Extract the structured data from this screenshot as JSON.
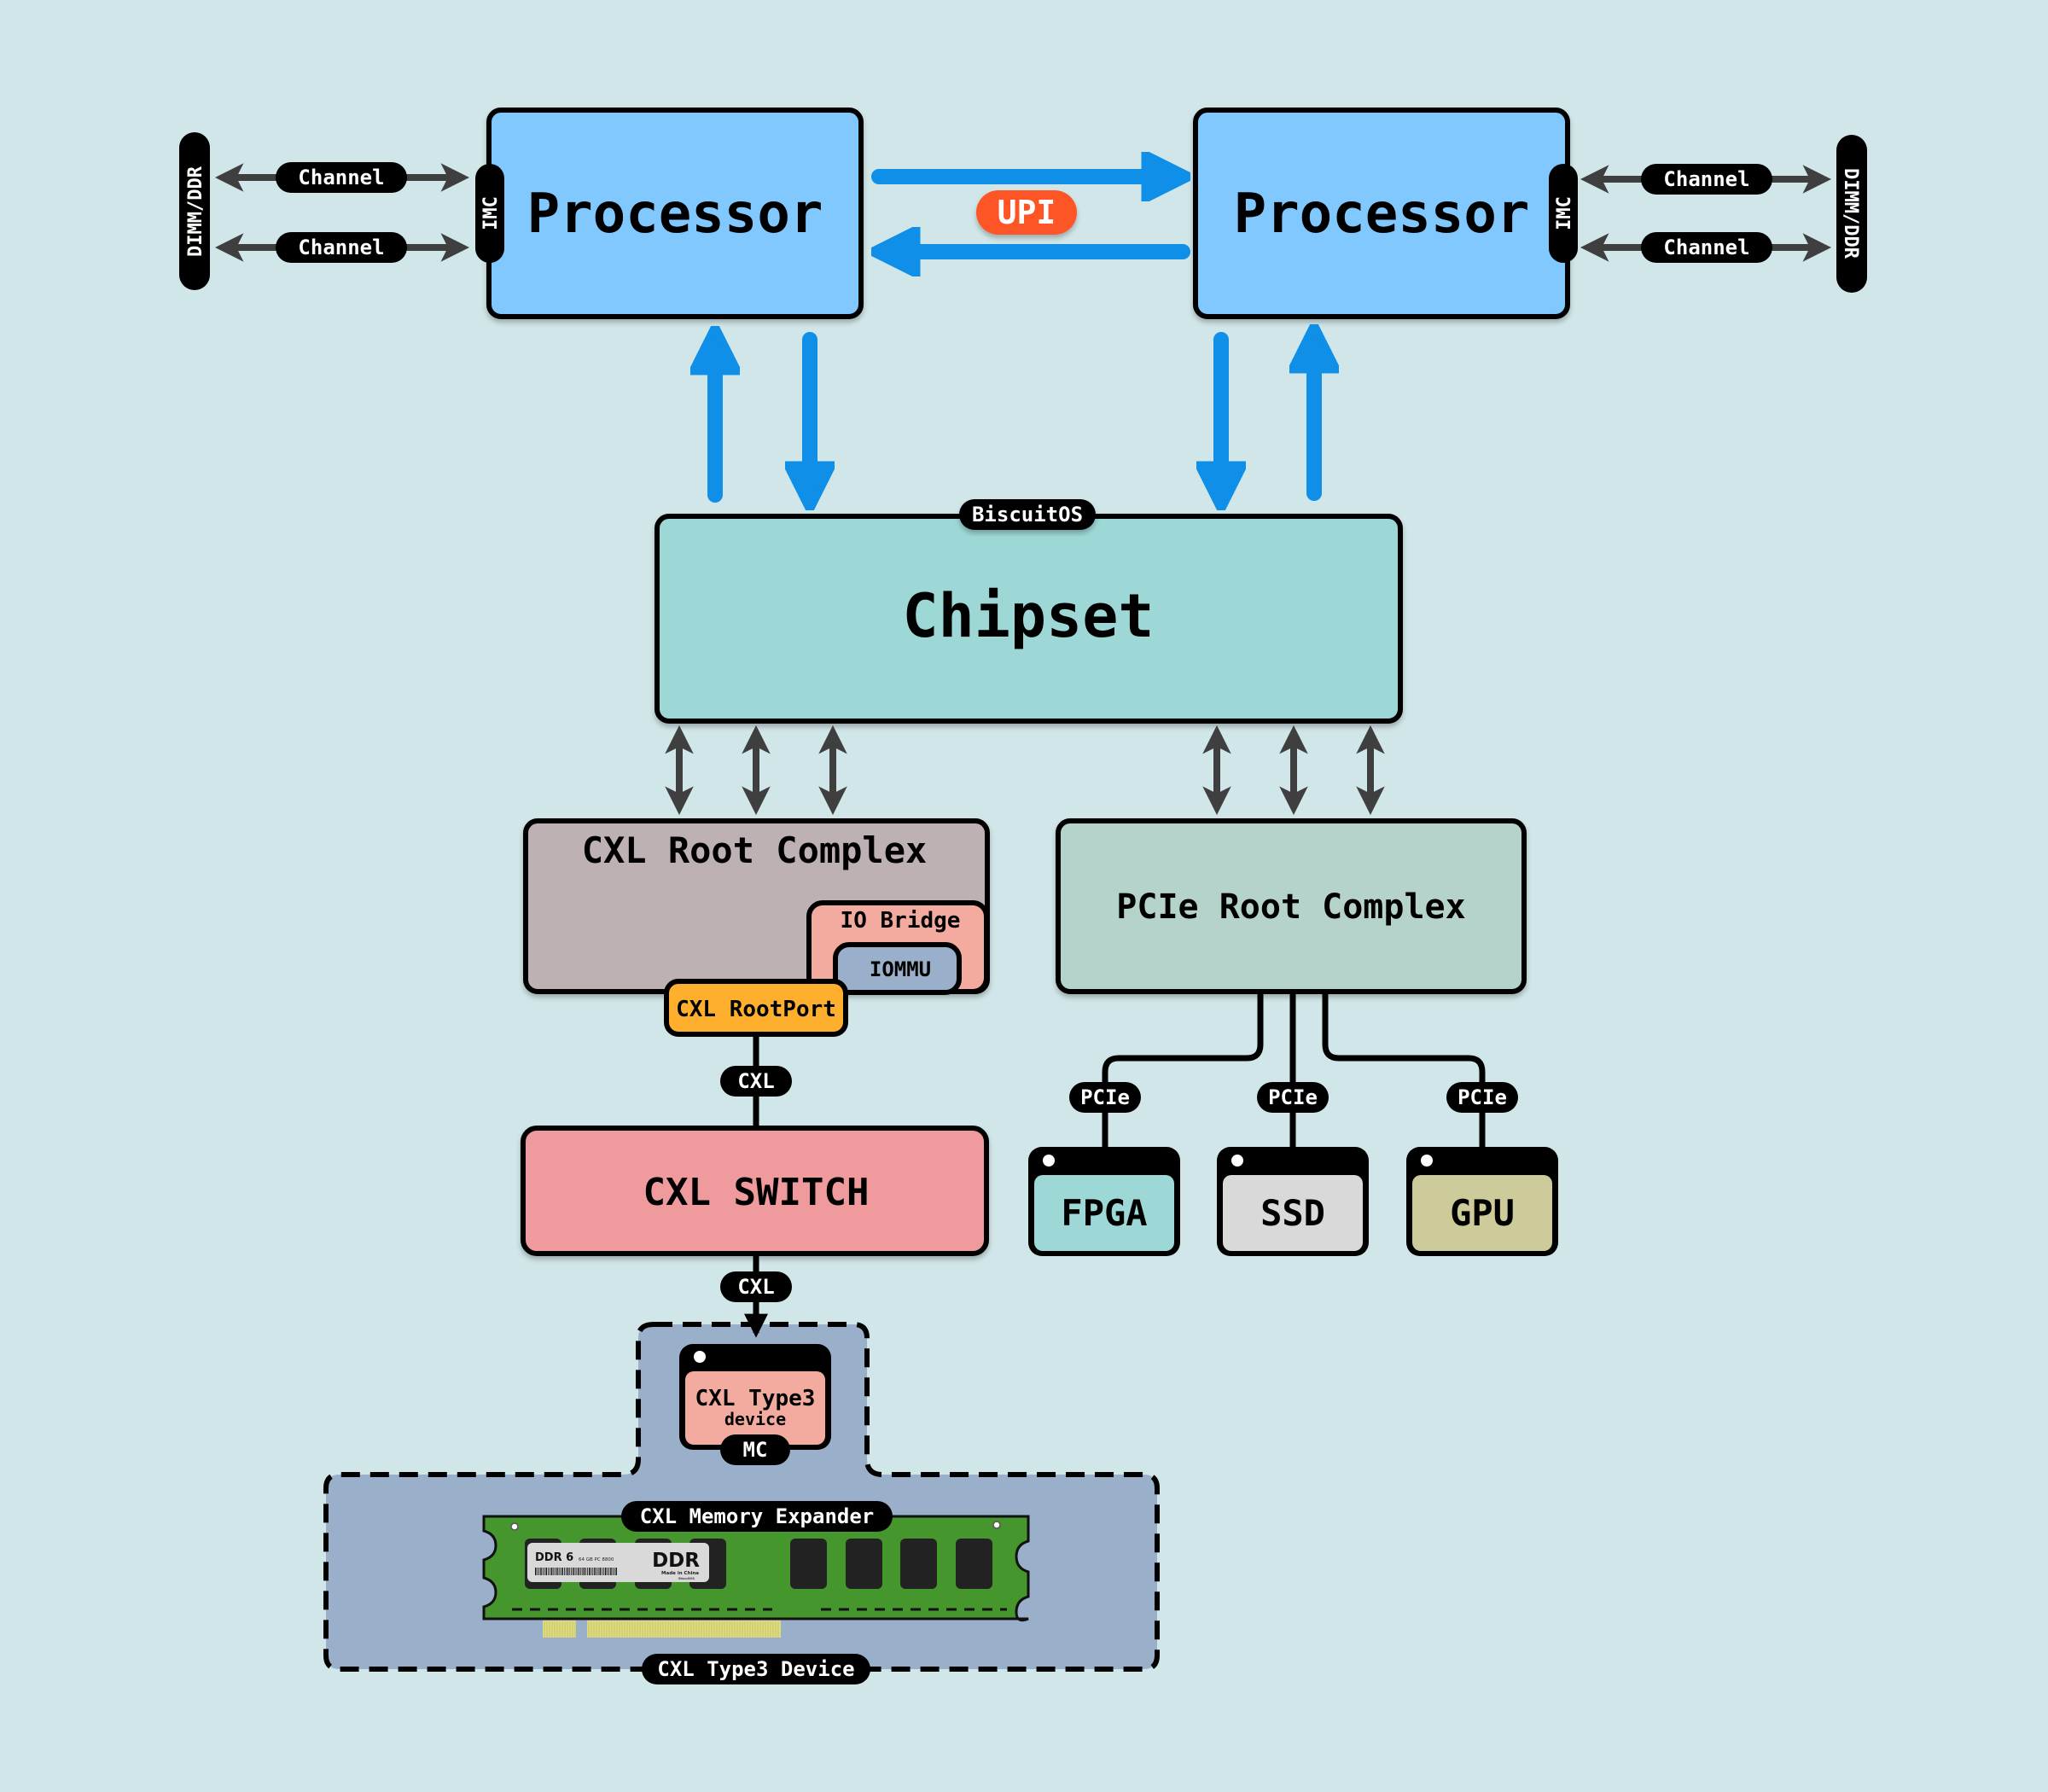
{
  "colors": {
    "background": "#d1e6e8",
    "processor": "#80c8fd",
    "chipset": "#9dd7d6",
    "cxl_root_complex": "#bdb1b3",
    "io_bridge": "#f2ab9e",
    "iommu": "#9aafc9",
    "cxl_rootport": "#fdaf2d",
    "pcie_root_complex": "#b5d2cb",
    "cxl_switch": "#ef9b9d",
    "fpga": "#9dd7d6",
    "ssd": "#d9d9d9",
    "gpu": "#cdcb99",
    "type3_device": "#f2ab9e",
    "expander_area": "#9aafc9",
    "upi_badge": "#fd5427",
    "bus_arrow": "#0f8fe8",
    "link_arrow": "#3f3f3f",
    "dimm_pcb": "#46962e",
    "dimm_pins": "#e0dc82"
  },
  "left_cpu": {
    "title": "Processor",
    "imc_label": "IMC",
    "dimm_label": "DIMM/DDR",
    "channels": [
      "Channel",
      "Channel"
    ]
  },
  "right_cpu": {
    "title": "Processor",
    "imc_label": "IMC",
    "dimm_label": "DIMM/DDR",
    "channels": [
      "Channel",
      "Channel"
    ]
  },
  "interconnect": {
    "upi_label": "UPI"
  },
  "chipset": {
    "title": "Chipset",
    "badge": "BiscuitOS"
  },
  "cxl_root_complex": {
    "title": "CXL Root Complex",
    "io_bridge": "IO Bridge",
    "iommu": "IOMMU",
    "rootport": "CXL RootPort"
  },
  "pcie_root_complex": {
    "title": "PCIe Root Complex"
  },
  "links": {
    "cxl_upper": "CXL",
    "cxl_lower": "CXL",
    "pcie": [
      "PCIe",
      "PCIe",
      "PCIe"
    ]
  },
  "cxl_switch": {
    "title": "CXL SWITCH"
  },
  "pcie_devices": [
    {
      "name": "FPGA"
    },
    {
      "name": "SSD"
    },
    {
      "name": "GPU"
    }
  ],
  "type3": {
    "title": "CXL Type3",
    "subtitle": "device",
    "mc_label": "MC",
    "expander_label": "CXL Memory Expander",
    "group_label": "CXL Type3 Device"
  },
  "dimm_sticker": {
    "model": "DDR 6",
    "spec": "64 GB PC 8800",
    "brand": "DDR",
    "origin": "Made in China",
    "maker": "BiscuitOS"
  }
}
